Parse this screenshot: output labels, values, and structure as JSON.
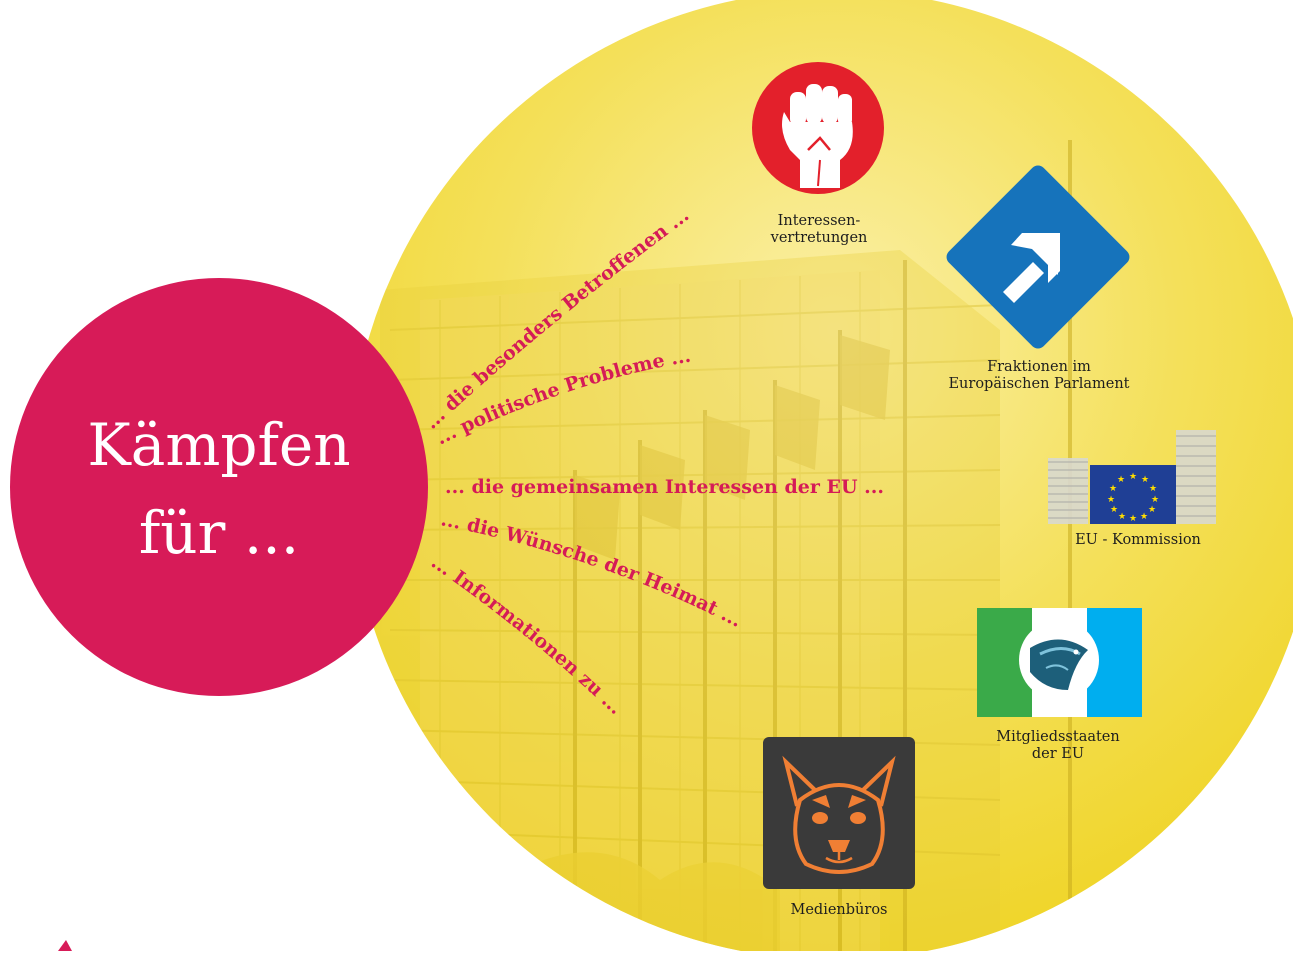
{
  "title": {
    "line1": "Kämpfen",
    "line2": "für ..."
  },
  "phrases": [
    "... die besonders Betroffenen ...",
    "... politische Probleme ...",
    "... die gemeinsamen Interessen der EU ...",
    "... die Wünsche der Heimat ...",
    "... Informationen zu ..."
  ],
  "actors": {
    "interest_groups": {
      "line1": "Interessen-",
      "line2": "vertretungen",
      "icon": "raised-fist-icon"
    },
    "parliament_groups": {
      "line1": "Fraktionen im",
      "line2": "Europäischen Parlament",
      "icon": "diagonal-arrow-icon"
    },
    "commission": {
      "line1": "EU - Kommission",
      "icon": "eu-commission-logo-icon"
    },
    "member_states": {
      "line1": "Mitgliedsstaaten",
      "line2": "der EU",
      "icon": "salmon-flag-icon"
    },
    "media_offices": {
      "line1": "Medienbüros",
      "icon": "bulldog-icon"
    }
  },
  "colors": {
    "title_circle": "#d71b58",
    "phrase_text": "#d51b57",
    "background_circle": "#f3dd2c",
    "fist_circle": "#e3202b",
    "arrow_diamond": "#1673bb",
    "eu_flag": "#1f3f95",
    "flag_green": "#3aaa49",
    "flag_blue": "#00aeef",
    "media_box": "#3a3a3a",
    "bulldog": "#f07f34"
  }
}
